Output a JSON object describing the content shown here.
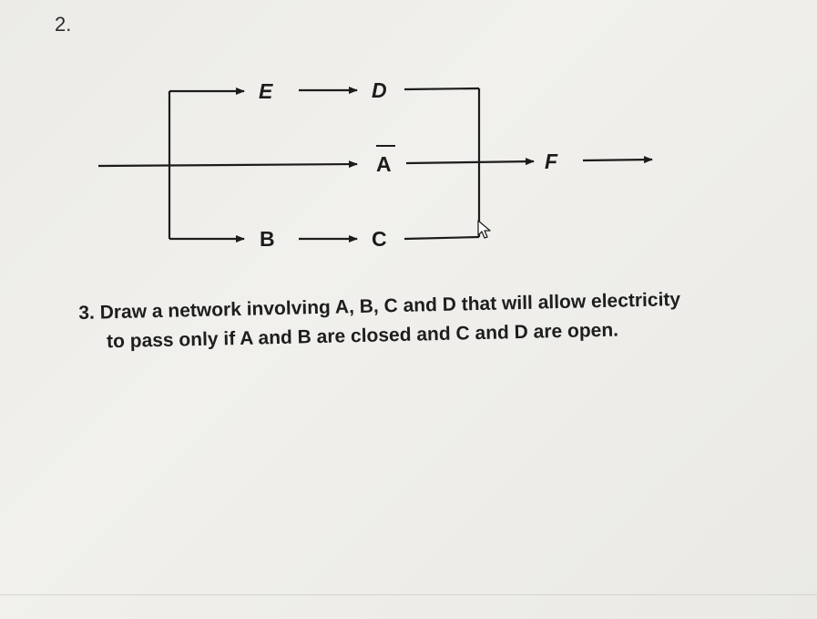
{
  "question2": {
    "number": "2."
  },
  "network": {
    "switches": {
      "top_left": "E",
      "top_right": "D",
      "middle": "A",
      "middle_bar": "overline",
      "bottom_left": "B",
      "bottom_right": "C",
      "right": "F"
    }
  },
  "question3": {
    "line1": "3. Draw a network involving A, B, C and D that will allow electricity",
    "line2": "to pass only if A and B are closed and C and D are open."
  },
  "icons": {
    "cursor": "mouse-pointer-icon"
  }
}
